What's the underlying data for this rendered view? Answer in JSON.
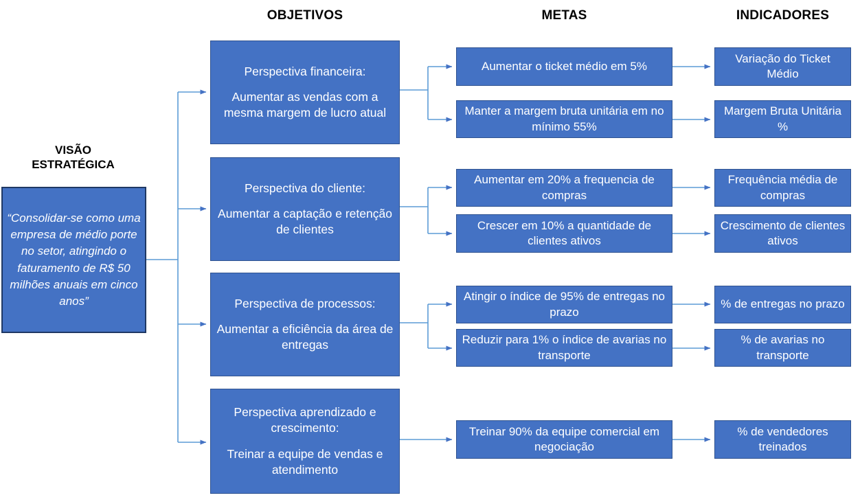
{
  "headers": {
    "objetivos": "OBJETIVOS",
    "metas": "METAS",
    "indicadores": "INDICADORES"
  },
  "vision": {
    "title_line1": "VISÃO",
    "title_line2": "ESTRATÉGICA",
    "text": "“Consolidar-se como uma empresa de médio porte no setor, atingindo o faturamento de R$ 50 milhões anuais em cinco anos”"
  },
  "objectives": [
    {
      "heading": "Perspectiva financeira:",
      "body": "Aumentar as vendas com a mesma margem de lucro atual"
    },
    {
      "heading": "Perspectiva do cliente:",
      "body": "Aumentar a captação e retenção de clientes"
    },
    {
      "heading": "Perspectiva de processos:",
      "body": "Aumentar a eficiência da área de entregas"
    },
    {
      "heading": "Perspectiva aprendizado e crescimento:",
      "body": "Treinar a equipe de vendas e atendimento"
    }
  ],
  "metas": [
    {
      "text": "Aumentar o ticket médio em 5%"
    },
    {
      "text": "Manter a margem bruta unitária em no mínimo 55%"
    },
    {
      "text": "Aumentar em 20% a frequencia de compras"
    },
    {
      "text": "Crescer em 10% a quantidade de clientes ativos"
    },
    {
      "text": "Atingir o índice de 95% de entregas no prazo"
    },
    {
      "text": "Reduzir para 1% o índice de avarias no transporte"
    },
    {
      "text": "Treinar 90% da equipe comercial em negociação"
    }
  ],
  "indicadores": [
    {
      "text": "Variação do Ticket Médio"
    },
    {
      "text": "Margem Bruta Unitária %"
    },
    {
      "text": "Frequência média de compras"
    },
    {
      "text": "Crescimento de clientes ativos"
    },
    {
      "text": "% de entregas no prazo"
    },
    {
      "text": "% de avarias no transporte"
    },
    {
      "text": "% de vendedores treinados"
    }
  ],
  "colors": {
    "box_fill": "#4472C4",
    "box_border": "#2F528F",
    "vision_border": "#1F3864",
    "connector": "#5B9BD5",
    "text_on_box": "#FFFFFF",
    "header_text": "#000000",
    "background": "#FFFFFF"
  }
}
